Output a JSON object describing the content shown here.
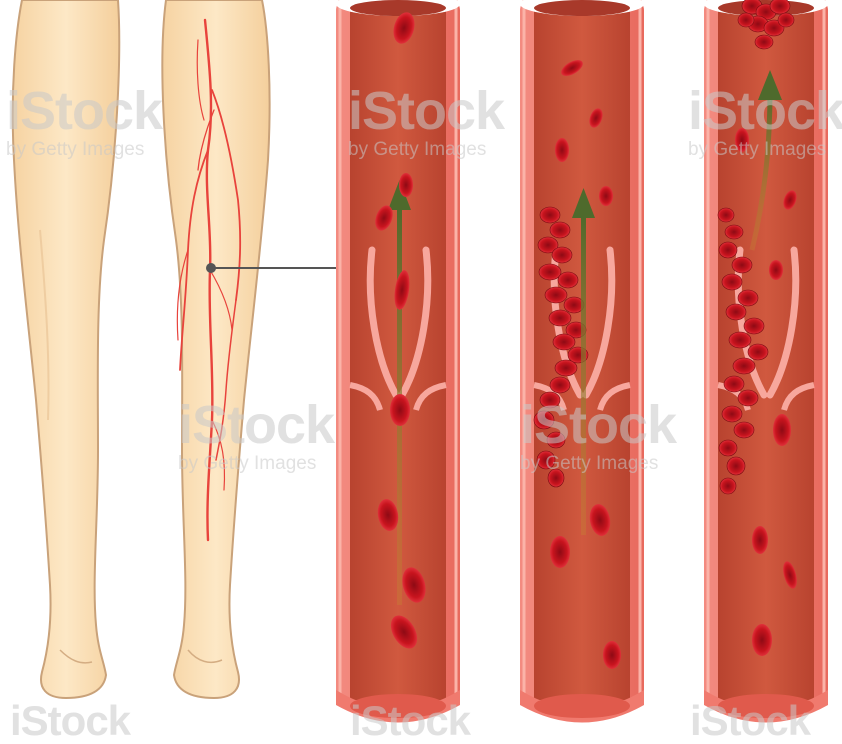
{
  "watermark": {
    "brand": "iStock",
    "byline": "by Getty Images",
    "color": "#c8c8c8"
  },
  "colors": {
    "skin": "#fde6c0",
    "skin_outline": "#c9a27a",
    "vein": "#e8433c",
    "vessel_wall": "#f07a6e",
    "vessel_lumen": "#c8503a",
    "blood_cell": "#c0121e",
    "flow_arrow": "#556b2f",
    "pointer_line": "#555555"
  },
  "panels": [
    {
      "id": "legs",
      "depicts": "legs-back-view-with-visible-veins"
    },
    {
      "id": "vessel-1",
      "state": "normal-flow"
    },
    {
      "id": "vessel-2",
      "state": "clot-forming-at-valve"
    },
    {
      "id": "vessel-3",
      "state": "clot-breaking-loose"
    }
  ]
}
